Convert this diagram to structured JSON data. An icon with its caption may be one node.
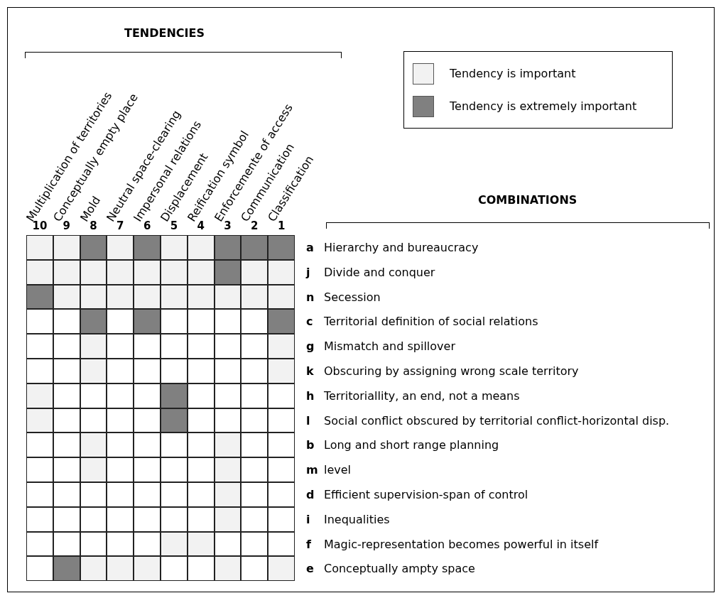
{
  "diagram": {
    "labels": [
      "TENDENCIES",
      "Multiplication of territories",
      "Conceptually empty place",
      "Mold",
      "Neutral space-clearing",
      "Impersonal relations",
      "Displacement",
      "Reification symbol",
      "Enforcemente of access",
      "Communication",
      "Classification",
      "COMBINATIONS",
      "10",
      "9",
      "8",
      "7",
      "6",
      "5",
      "4",
      "3",
      "2",
      "1",
      "a",
      "Hierarchy and bureaucracy",
      "j",
      "Divide and conquer",
      "n",
      "Secession",
      "c",
      "Territorial definition of social relations",
      "g",
      "Mismatch and spillover",
      "k",
      "Obscuring by assigning wrong scale territory",
      "h",
      "Territoriallity, an end, not a means",
      "l",
      "Social conflict obscured by territorial conflict-horizontal disp.",
      "b",
      "Long and short range planning",
      "m",
      "level",
      "d",
      "Efficient supervision-span of control",
      "i",
      "Inequalities",
      "f",
      "Magic-representation becomes powerful in itself",
      "e",
      "Conceptually ampty space"
    ],
    "legend": [
      {
        "text": "Tendency is important",
        "color": "#f2f2f2"
      },
      {
        "text": "Tendency is extremely important",
        "color": "#808080"
      }
    ]
  }
}
